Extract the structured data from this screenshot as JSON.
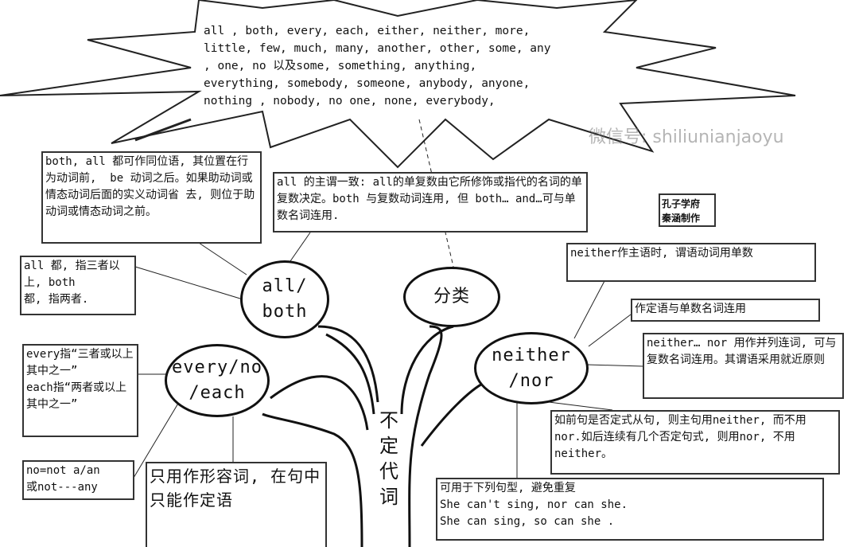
{
  "burst": {
    "text": "all , both, every, each, either, neither, more,\nlittle, few, much, many, another, other, some, any\n, one, no 以及some, something, anything,\neverything, somebody, someone, anybody, anyone,\nnothing , nobody, no one, none, everybody,"
  },
  "title": "不\n定\n代\n词",
  "nodes": {
    "all_both": "all/\nboth",
    "classify": "分类",
    "every_each": "every/no\n/each",
    "neither_nor": "neither\n/nor"
  },
  "notes": {
    "appositive": "both, all 都可作同位语, 其位置在行为动词前,  be 动词之后。如果助动词或情态动词后面的实义动词省 去, 则位于助动词或情态动词之前。",
    "agreement": "all 的主谓一致: all的单复数由它所修饰或指代的名词的单复数决定。both 与复数动词连用, 但 both… and…可与单数名词连用.",
    "all_both_meaning": "all 都, 指三者以上, both\n都, 指两者.",
    "every_each": "every指“三者或以上其中之一”\neach指“两者或以上其中之一”",
    "no_equals": "no=not a/an\n或not---any",
    "adjective_only": "只用作形容词, 在句中只能作定语",
    "neither_subject": "neither作主语时, 谓语动词用单数",
    "attributive": "作定语与单数名词连用",
    "neither_nor": "neither… nor 用作并列连词, 可与复数名词连用。其谓语采用就近原则",
    "negative_clause": "如前句是否定式从句, 则主句用neither, 而不用 nor.如后连续有几个否定句式, 则用nor, 不用neither。",
    "patterns": "可用于下列句型, 避免重复\nShe can't sing, nor can she.\nShe can sing, so can she ."
  },
  "logo": "孔子学府\n秦涵制作",
  "watermark": "微信号: shiliunianjaoyu"
}
